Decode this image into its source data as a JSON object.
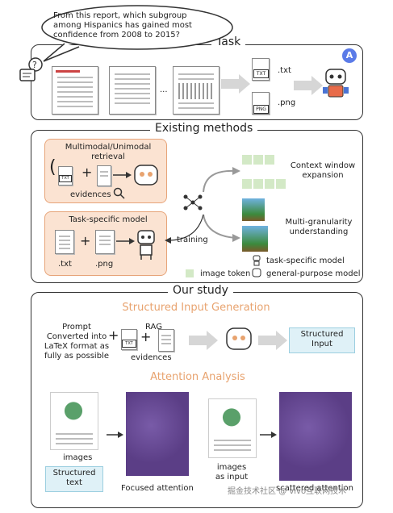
{
  "task": {
    "question": "From this report, which subgroup among Hispanics has gained most confidence from 2008 to 2015?",
    "title": "Task",
    "ellipsis": "...",
    "txt_label": ".txt",
    "png_label": ".png",
    "txt_icon": "TXT",
    "png_icon": "PNG",
    "answer_badge": "A"
  },
  "existing": {
    "title": "Existing methods",
    "retrieval_label": "Multimodal/Unimodal retrieval",
    "evidences": "evidences",
    "task_model_label": "Task-specific model",
    "txt_label": ".txt",
    "png_label": ".png",
    "training": "training",
    "context_window": "Context window expansion",
    "multi_granularity": "Multi-granularity understanding",
    "legend_token": "image token",
    "legend_task": "task-specific model",
    "legend_general": "general-purpose model"
  },
  "study": {
    "title": "Our study",
    "section1": "Structured Input Generation",
    "prompt": "Prompt Converted into LaTeX format as fully as possible",
    "rag": "RAG",
    "evidences": "evidences",
    "structured_input": "Structured Input",
    "section2": "Attention Analysis",
    "images": "images",
    "structured_text": "Structured text",
    "focused": "Focused attention",
    "images_as_input": "images as input",
    "scattered": "scattered attention"
  },
  "watermark": "掘金技术社区 @ vivo互联网技术",
  "colors": {
    "peach": "#fbe3d2",
    "orange_title": "#e8a36f",
    "token_green": "#d3e9c6",
    "blue_box": "#dff1f7",
    "attention_purple": "#5b3e86"
  }
}
